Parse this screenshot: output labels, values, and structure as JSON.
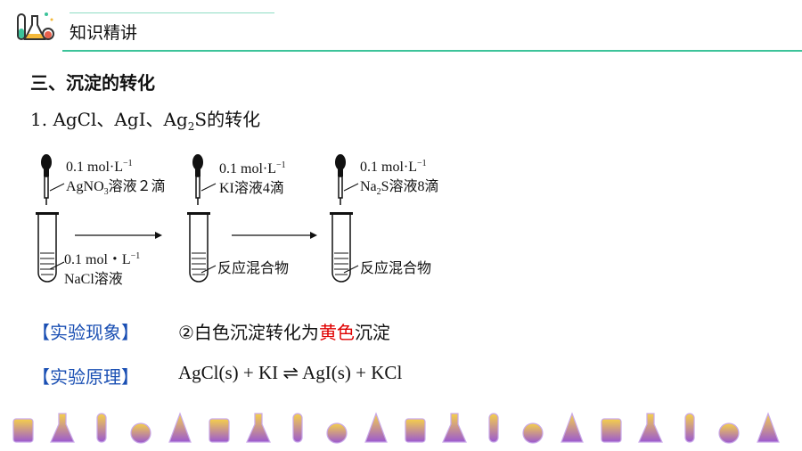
{
  "header": {
    "title": "知识精讲"
  },
  "section": {
    "title": "三、沉淀的转化"
  },
  "subtitle": {
    "prefix": "1. AgCl、AgI、Ag",
    "sub": "2",
    "suffix": "S的转化"
  },
  "diagram": {
    "step1": {
      "conc": "0.1 mol·L",
      "exp": "−1",
      "reagent": "AgNO",
      "sub": "3",
      "reagent_tail": "溶液２滴",
      "tube_conc": "0.1 mol・L",
      "tube_exp": "−1",
      "tube_label": "NaCl溶液"
    },
    "step2": {
      "conc": "0.1 mol·L",
      "exp": "−1",
      "reagent": "KI溶液4滴",
      "tube_label": "反应混合物"
    },
    "step3": {
      "conc": "0.1 mol·L",
      "exp": "−1",
      "reagent": "Na",
      "sub": "2",
      "reagent_tail": "S溶液8滴",
      "tube_label": "反应混合物"
    }
  },
  "phenomenon": {
    "label": "【实验现象】",
    "prefix": "②白色沉淀转化为",
    "highlight": "黄色",
    "suffix": "沉淀"
  },
  "principle": {
    "label": "【实验原理】",
    "formula": "AgCl(s) + KI ⇌  AgI(s) + KCl"
  },
  "colors": {
    "accent": "#3cc39a",
    "label_blue": "#1a4fb3",
    "highlight_red": "#e00000",
    "footer_purple": "#9b59d0",
    "footer_yellow": "#f5d04a"
  },
  "footer_icons": [
    "beaker-icon",
    "flask-icon",
    "test-tube-icon",
    "round-flask-icon",
    "test-tube-icon",
    "conical-flask-icon",
    "jar-icon",
    "tube-icon",
    "funnel-flask-icon",
    "thermometer-icon",
    "stand-icon",
    "beaker-stir-icon",
    "tripod-icon",
    "microscope-icon",
    "dropper-icon",
    "funnel-icon",
    "molecule-icon",
    "atom-icon",
    "hexagon-icon",
    "sun-icon"
  ]
}
